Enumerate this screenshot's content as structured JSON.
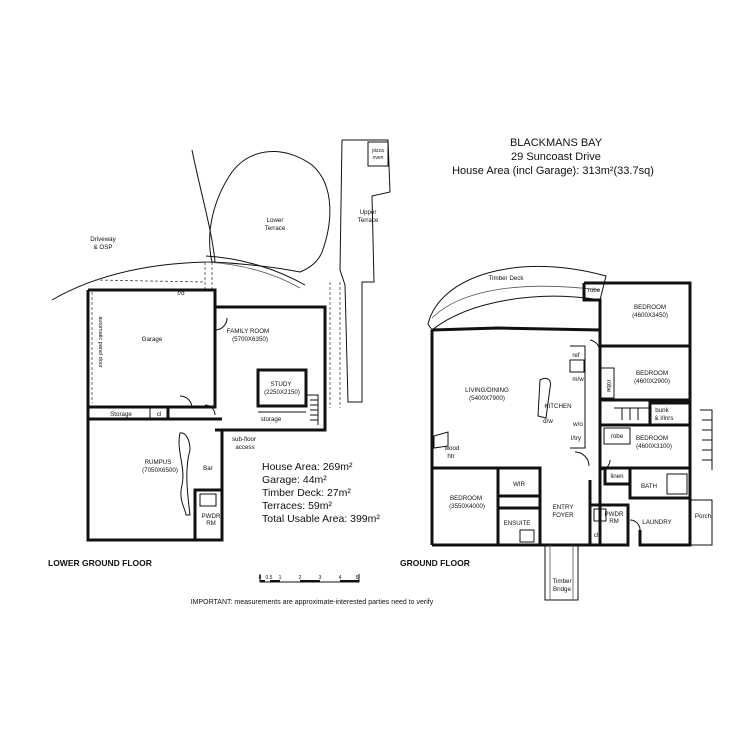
{
  "header": {
    "line1": "BLACKMANS BAY",
    "line2": "29 Suncoast Drive",
    "line3": "House Area (incl Garage): 313m²(33.7sq)"
  },
  "areas": {
    "house": "House Area: 269m²",
    "garage": "Garage: 44m²",
    "timber_deck": "Timber Deck: 27m²",
    "terraces": "Terraces: 59m²",
    "total": "Total Usable Area: 399m²"
  },
  "floors": {
    "lower": "LOWER GROUND FLOOR",
    "ground": "GROUND FLOOR"
  },
  "note": "IMPORTANT: measurements are approximate-interested parties need to verify",
  "scale": {
    "ticks": [
      "0",
      "0.5",
      "1",
      "2",
      "3",
      "4",
      "5"
    ]
  },
  "lower_labels": {
    "driveway_1": "Driveway",
    "driveway_2": "& OSP",
    "lower_terrace_1": "Lower",
    "lower_terrace_2": "Terrace",
    "upper_terrace_1": "Upper",
    "upper_terrace_2": "Terrace",
    "pizza_1": "pizza",
    "pizza_2": "oven",
    "rd": "r/d",
    "garage": "Garage",
    "garage_door": "automatic panel door",
    "family_room": "FAMILY ROOM",
    "family_room_dim": "(5700X6350)",
    "study": "STUDY",
    "study_dim": "(2250X2150)",
    "storage_1": "storage",
    "storage_2": "Storage",
    "cl": "cl",
    "rumpus": "RUMPUS",
    "rumpus_dim": "(7050X6500)",
    "bar": "Bar",
    "pwdr": "PWDR",
    "rm": "RM",
    "subfloor_1": "sub-floor",
    "subfloor_2": "access"
  },
  "ground_labels": {
    "timber_deck": "Timber Deck",
    "robe": "robe",
    "bedroom": "BEDROOM",
    "bed1_dim": "(4600X3450)",
    "bed2_dim": "(4600X2900)",
    "bed3_dim": "(4600X3100)",
    "bed4_dim": "(3550X4000)",
    "living": "LIVING/DINING",
    "living_dim": "(5400X7900)",
    "kitchen": "KITCHEN",
    "ref": "ref",
    "mw": "m/w",
    "wo": "w/o",
    "dw": "d/w",
    "ltry": "l/try",
    "bunk": "bunk",
    "lnrs": "& l/lnrs",
    "wood_1": "wood",
    "wood_2": "htr",
    "wir": "WIR",
    "ensuite": "ENSUITE",
    "entry": "ENTRY",
    "foyer": "FOYER",
    "pwdr": "PWDR",
    "rm": "RM",
    "cl": "cl",
    "linen": "linen",
    "bath": "BATH",
    "laundry": "LAUNDRY",
    "porch": "Porch",
    "timber_1": "Timber",
    "timber_2": "Bridge"
  }
}
